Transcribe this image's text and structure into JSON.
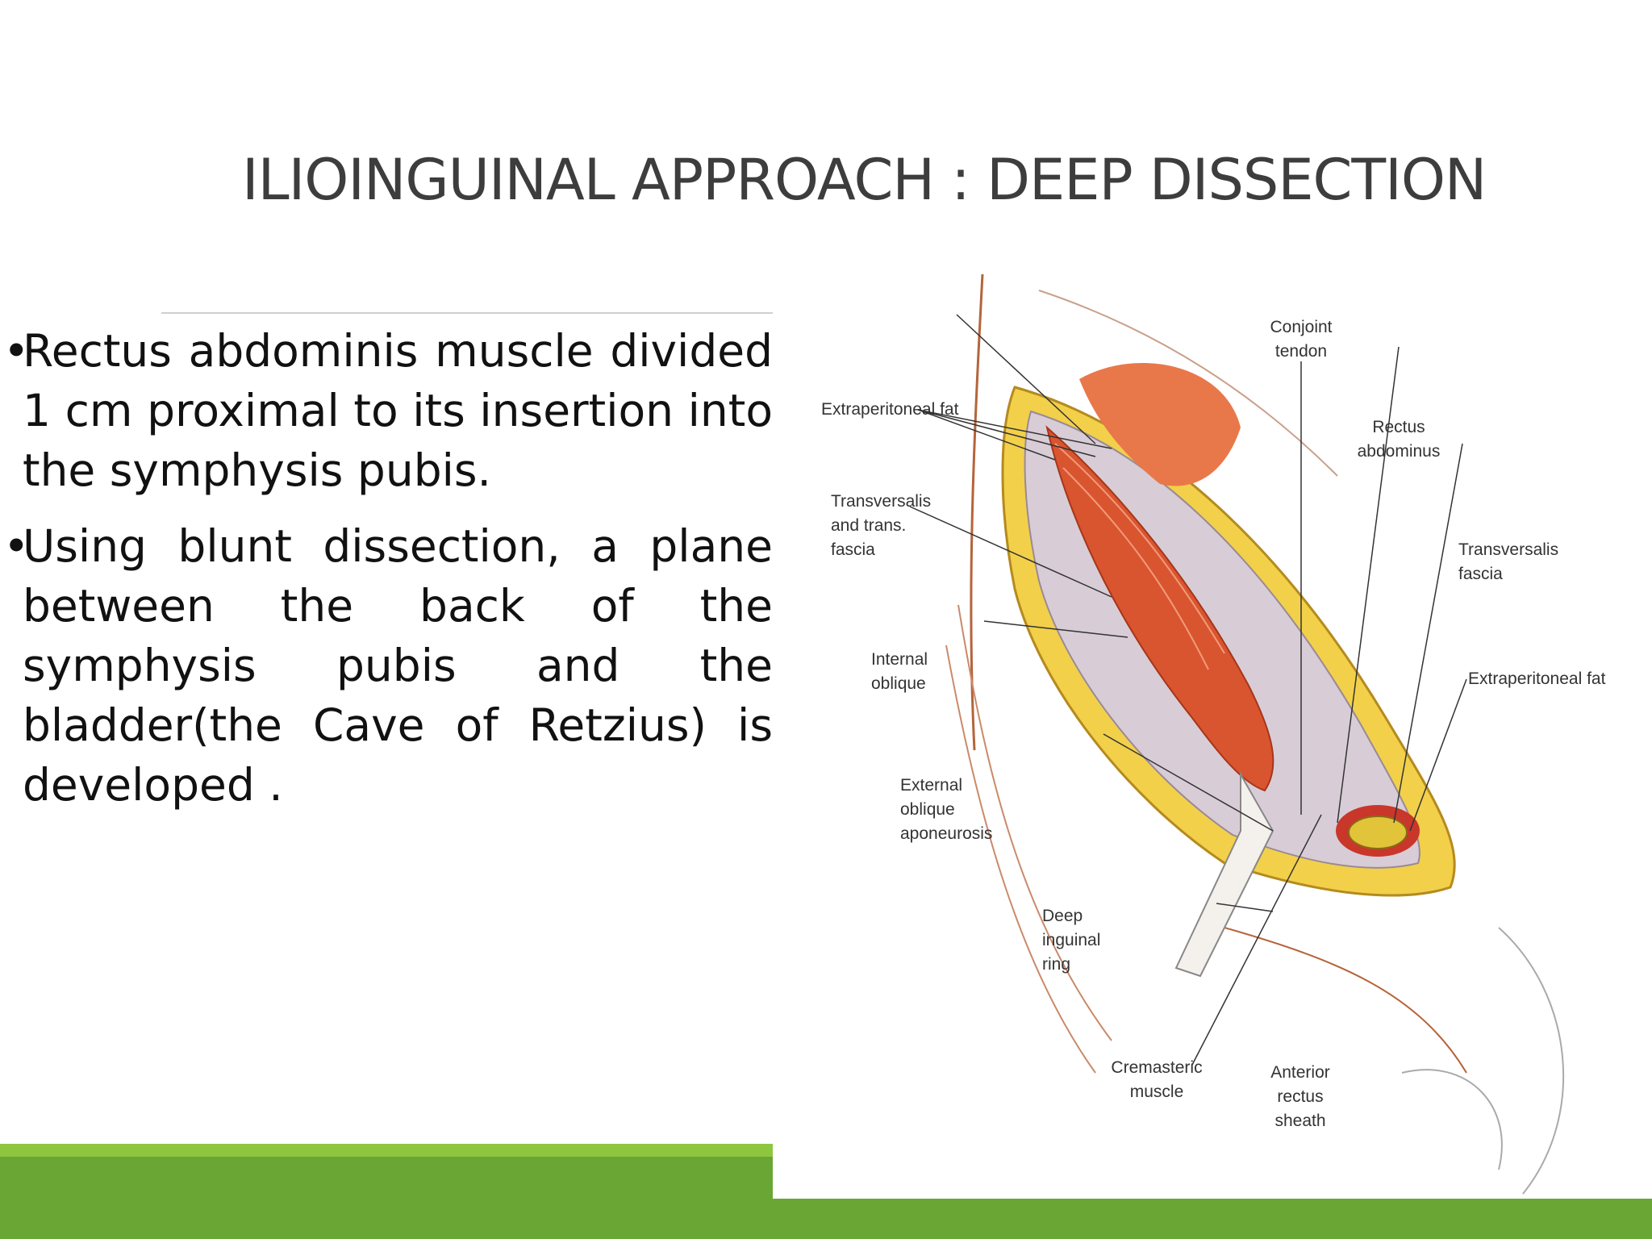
{
  "slide": {
    "title": "ILIOINGUINAL APPROACH : DEEP DISSECTION",
    "bullets": [
      {
        "marker": "•",
        "text": "Rectus abdominis muscle divided 1 cm proximal to its insertion into the symphysis pubis."
      },
      {
        "marker": "•",
        "text": "Using blunt dissection, a plane between the back of the symphysis pubis and the bladder(the Cave of Retzius) is developed ."
      }
    ],
    "colors": {
      "accent_light": "#8ec63f",
      "accent_dark": "#6aa634",
      "title": "#3d3d3d"
    }
  },
  "figure": {
    "labels": {
      "conjoint_tendon_1": "Conjoint",
      "conjoint_tendon_2": "tendon",
      "extraperitoneal_fat_left": "Extraperitoneal fat",
      "rectus_1": "Rectus",
      "rectus_2": "abdominus",
      "transversalis_left_1": "Transversalis",
      "transversalis_left_2": "and trans.",
      "transversalis_left_3": "fascia",
      "transversalis_right_1": "Transversalis",
      "transversalis_right_2": "fascia",
      "internal_oblique_1": "Internal",
      "internal_oblique_2": "oblique",
      "extraperitoneal_fat_right": "Extraperitoneal fat",
      "external_oblique_1": "External",
      "external_oblique_2": "oblique",
      "external_oblique_3": "aponeurosis",
      "deep_ring_1": "Deep",
      "deep_ring_2": "inguinal",
      "deep_ring_3": "ring",
      "cremasteric_1": "Cremasteric",
      "cremasteric_2": "muscle",
      "anterior_rectus_1": "Anterior",
      "anterior_rectus_2": "rectus",
      "anterior_rectus_3": "sheath"
    }
  }
}
